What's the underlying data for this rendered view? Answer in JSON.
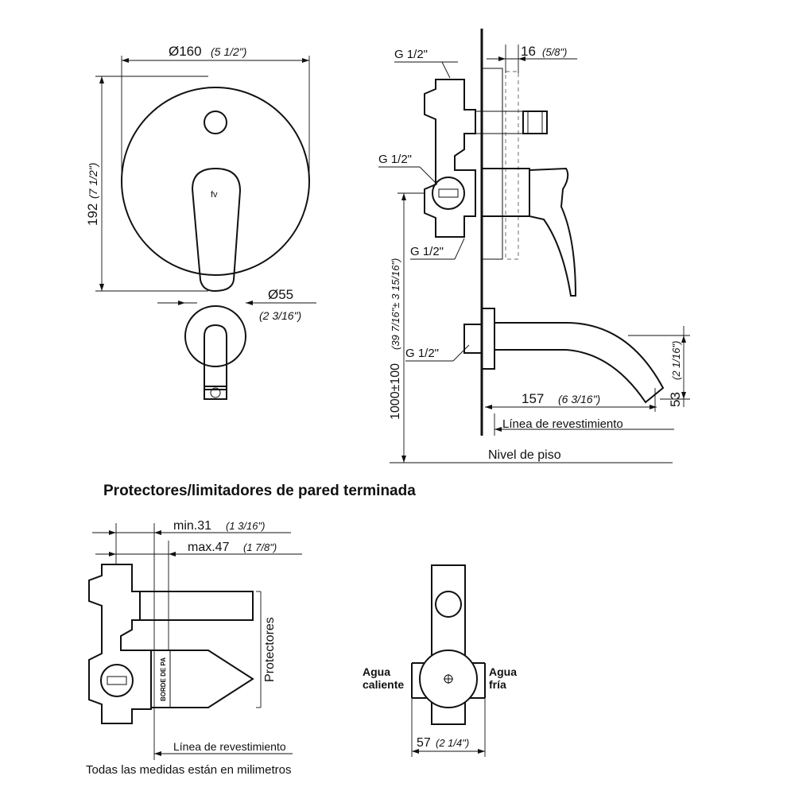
{
  "front_view": {
    "diameter_label": "Ø160",
    "diameter_in": "(5 1/2\")",
    "height_label": "192",
    "height_in": "(7 1/2\")",
    "spout_diameter_label": "Ø55",
    "spout_diameter_in": "(2 3/16\")"
  },
  "side_view": {
    "thread_top": "G 1/2\"",
    "thread_mid": "G 1/2\"",
    "thread_low": "G 1/2\"",
    "thread_spout": "G 1/2\"",
    "depth_label": "16",
    "depth_in": "(5/8\")",
    "install_height_label": "1000±100",
    "install_height_in": "(39 7/16\"± 3 15/16\")",
    "spout_length_label": "157",
    "spout_length_in": "(6 3/16\")",
    "spout_drop_label": "53",
    "spout_drop_in": "(2 1/16\")",
    "cladding_line": "Línea de revestimiento",
    "floor_level": "Nivel de piso"
  },
  "protectors": {
    "title": "Protectores/limitadores de pared terminada",
    "min_label": "min.31",
    "min_in": "(1 3/16\")",
    "max_label": "max.47",
    "max_in": "(1 7/8\")",
    "protectors_label": "Protectores",
    "edge_label": "BORDE DE PA",
    "cladding_line": "Línea de revestimiento"
  },
  "valve_view": {
    "hot_water_1": "Agua",
    "hot_water_2": "caliente",
    "cold_water_1": "Agua",
    "cold_water_2": "fría",
    "width_label": "57",
    "width_in": "(2 1/4\")"
  },
  "footer_note": "Todas las medidas están en milimetros"
}
